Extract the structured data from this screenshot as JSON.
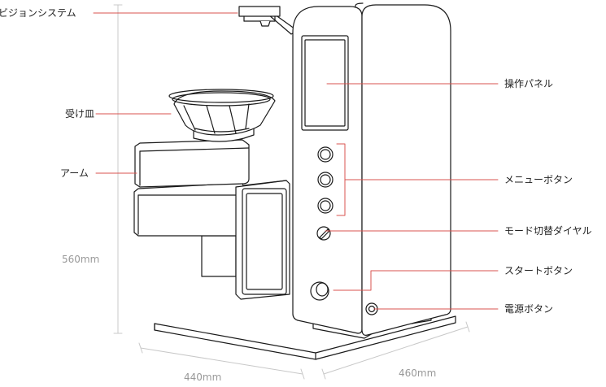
{
  "callouts_left": [
    {
      "id": "vision",
      "text": "ビジョンシステム"
    },
    {
      "id": "tray",
      "text": "受け皿"
    },
    {
      "id": "arm",
      "text": "アーム"
    }
  ],
  "callouts_right": [
    {
      "id": "panel",
      "text": "操作パネル"
    },
    {
      "id": "menu",
      "text": "メニューボタン"
    },
    {
      "id": "dial",
      "text": "モード切替ダイヤル"
    },
    {
      "id": "start",
      "text": "スタートボタン"
    },
    {
      "id": "power",
      "text": "電源ボタン"
    }
  ],
  "dimensions": {
    "height": "560mm",
    "width": "440mm",
    "depth": "460mm"
  },
  "colors": {
    "leader": "#d9534f",
    "outline": "#1a1a1a",
    "dimension": "#bbbbbb",
    "dimension_text": "#999999"
  }
}
